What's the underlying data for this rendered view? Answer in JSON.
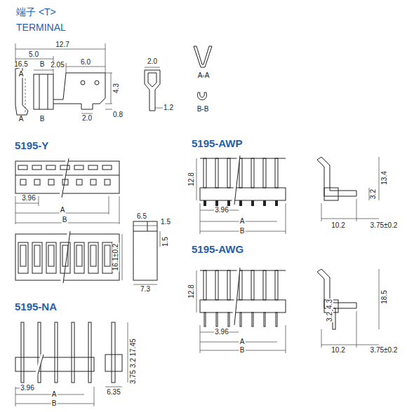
{
  "diagram": {
    "title": "端子 <T>",
    "labels": [
      "TERMINAL",
      "12.7",
      "5.0",
      "16.5",
      "2.05",
      "6.0",
      "A",
      "B",
      "4.3",
      "2.0",
      "0.8",
      "A",
      "B",
      "2.0",
      "1.2",
      "A-A",
      "B-B",
      "5195-Y",
      "3.96",
      "A",
      "B",
      "6.5",
      "1.5",
      "1.5",
      "16.1±0.2",
      "7.3",
      "5195-NA",
      "3.96",
      "A",
      "B",
      "17.45",
      "3.2",
      "6.35",
      "3.75",
      "5195-AWP",
      "12.8",
      "13.4",
      "3.2",
      "3.96",
      "A",
      "B",
      "10.2",
      "3.75±0.2",
      "5195-AWG",
      "12.8",
      "18.5",
      "4.3",
      "3.2",
      "3.96",
      "A",
      "B",
      "10.2",
      "3.75±0.2"
    ]
  }
}
